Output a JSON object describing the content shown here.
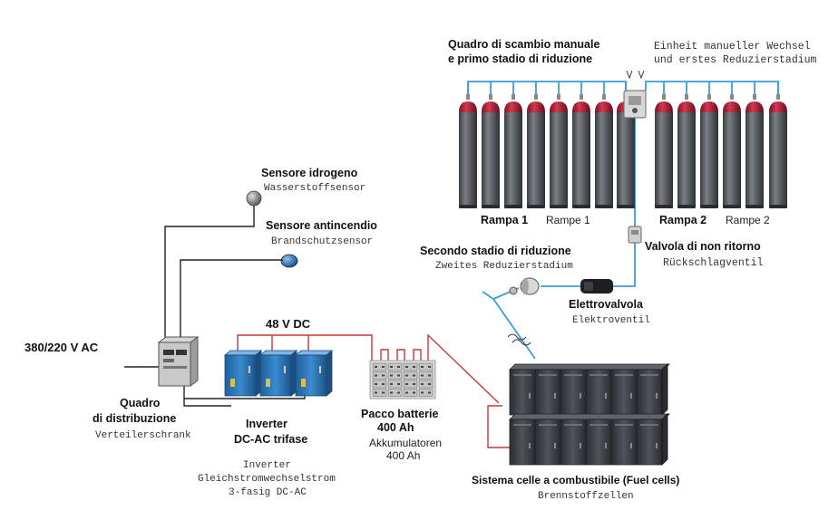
{
  "labels": {
    "quadro_scambio_it_1": "Quadro di scambio manuale",
    "quadro_scambio_it_2": "e primo stadio di riduzione",
    "quadro_scambio_de_1": "Einheit manueller Wechsel",
    "quadro_scambio_de_2": "und erstes Reduzierstadium",
    "rampa1_it": "Rampa 1",
    "rampa1_de": "Rampe 1",
    "rampa2_it": "Rampa 2",
    "rampa2_de": "Rampe 2",
    "sensore_idrogeno_it": "Sensore idrogeno",
    "sensore_idrogeno_de": "Wasserstoffsensor",
    "sensore_antincendio_it": "Sensore antincendio",
    "sensore_antincendio_de": "Brandschutzsensor",
    "secondo_stadio_it": "Secondo stadio di riduzione",
    "secondo_stadio_de": "Zweites Reduzierstadium",
    "valvola_it": "Valvola di non ritorno",
    "valvola_de": "Rückschlagventil",
    "elettrovalvola_it": "Elettrovalvola",
    "elettrovalvola_de": "Elektroventil",
    "ac_supply": "380/220 V AC",
    "dc_bus": "48 V DC",
    "quadro_dist_it_1": "Quadro",
    "quadro_dist_it_2": "di distribuzione",
    "quadro_dist_de": "Verteilerschrank",
    "inverter_it_1": "Inverter",
    "inverter_it_2": "DC-AC trifase",
    "inverter_de_1": "Inverter",
    "inverter_de_2": "Gleichstromwechselstrom",
    "inverter_de_3": "3-fasig DC-AC",
    "batterie_it_1": "Pacco batterie",
    "batterie_it_2": "400 Ah",
    "batterie_de_1": "Akkumulatoren",
    "batterie_de_2": "400 Ah",
    "fuelcell_it": "Sistema celle a combustibile (Fuel cells)",
    "fuelcell_de": "Brennstoffzellen"
  },
  "colors": {
    "gas_line": "#3a9fd8",
    "dc_line": "#c8383a",
    "ac_line": "#222222",
    "cylinder_body": "#5a5e63",
    "cylinder_cap": "#b8243a",
    "inverter": "#2f7cc0",
    "fuel_cell": "#3d4044"
  },
  "rampa1_cylinders": 8,
  "rampa2_cylinders": 6
}
